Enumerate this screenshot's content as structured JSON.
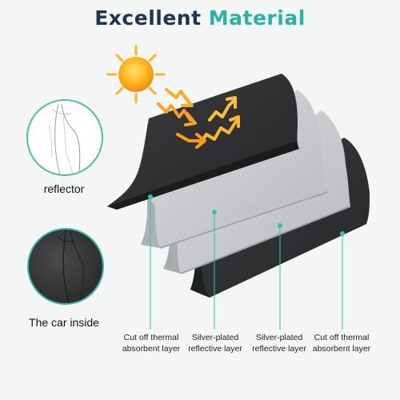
{
  "title": {
    "word1": "Excellent",
    "word2": "Material"
  },
  "circles": {
    "top_label": "reflector",
    "bottom_label": "The car inside"
  },
  "layers": [
    {
      "line1": "Cut off thermal",
      "line2": "absorbent layer"
    },
    {
      "line1": "Silver-plated",
      "line2": "reflective layer"
    },
    {
      "line1": "Silver-plated",
      "line2": "reflective layer"
    },
    {
      "line1": "Cut off thermal",
      "line2": "absorbent layer"
    }
  ],
  "colors": {
    "title_dark": "#1d3550",
    "title_accent": "#27b3a6",
    "dark_layer": "#2f3133",
    "silver_layer": "#c9cbcd",
    "marker": "#2ec4b0"
  }
}
